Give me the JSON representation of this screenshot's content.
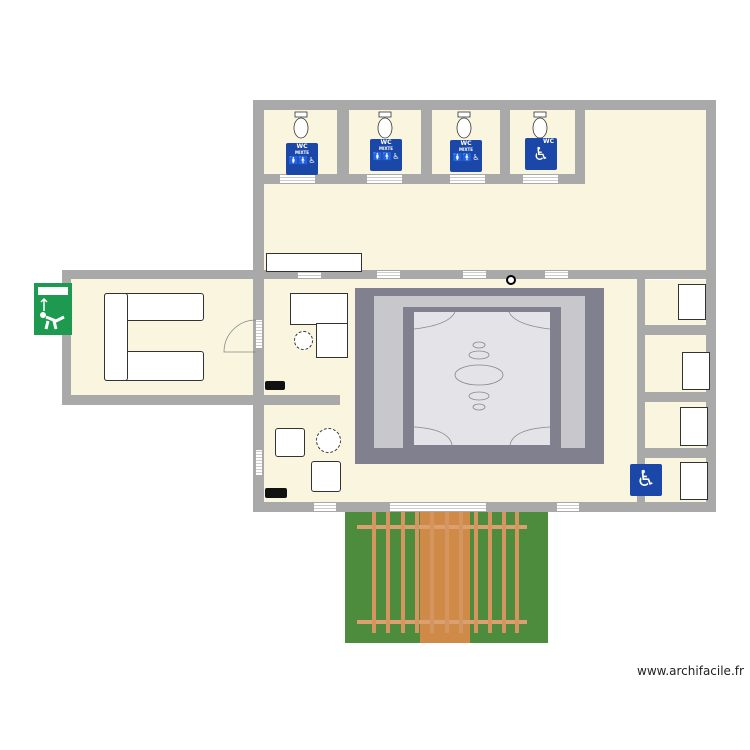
{
  "plan": {
    "wc_signs": [
      {
        "title": "WC",
        "subtitle": "MIXTE",
        "icon": "mixed-wc-accessible-icon"
      },
      {
        "title": "WC",
        "subtitle": "MIXTE",
        "icon": "mixed-wc-accessible-icon"
      },
      {
        "title": "WC",
        "subtitle": "MIXTE",
        "icon": "mixed-wc-accessible-icon"
      },
      {
        "title": "WC",
        "subtitle": "",
        "icon": "wheelchair-icon"
      }
    ],
    "people_glyph": "🚺🚹♿",
    "wheelchair_glyph": "♿",
    "colors": {
      "wall": "#a9a9a9",
      "floor": "#f9f5df",
      "stage_dark": "#80808f",
      "stage_light": "#c8c8cc",
      "grass": "#4d8c3c",
      "wood": "#d4955a",
      "sign_blue": "#1b47a8",
      "exit_green": "#1e9a50"
    }
  },
  "watermark": "www.archifacile.fr"
}
